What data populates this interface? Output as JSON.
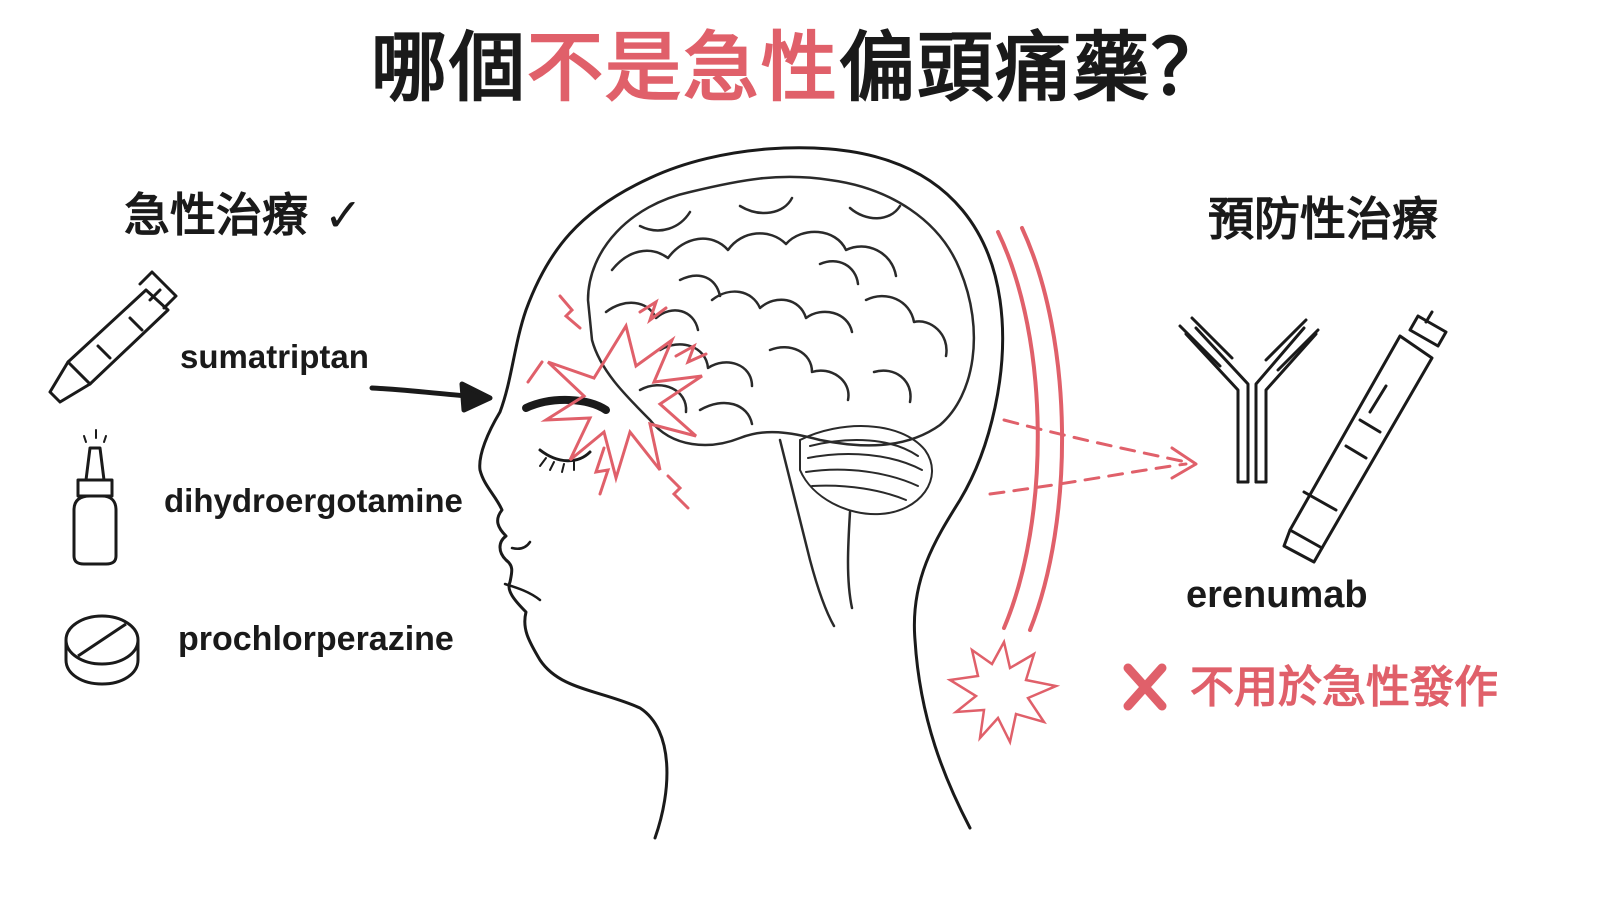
{
  "title": {
    "prefix": "哪個",
    "highlight": "不是急性",
    "suffix": "偏頭痛藥？"
  },
  "acute": {
    "heading": "急性治療 ✓",
    "drugs": [
      "sumatriptan",
      "dihydroergotamine",
      "prochlorperazine"
    ]
  },
  "preventive": {
    "heading": "預防性治療",
    "drug": "erenumab",
    "note": "不用於急性發作"
  },
  "colors": {
    "accent": "#e0606a",
    "ink": "#1a1a1a"
  },
  "icons": [
    "autoinjector-pen-icon",
    "nasal-spray-icon",
    "tablet-icon",
    "antibody-icon",
    "injection-pen-icon",
    "cross-icon",
    "pain-burst-icon"
  ]
}
